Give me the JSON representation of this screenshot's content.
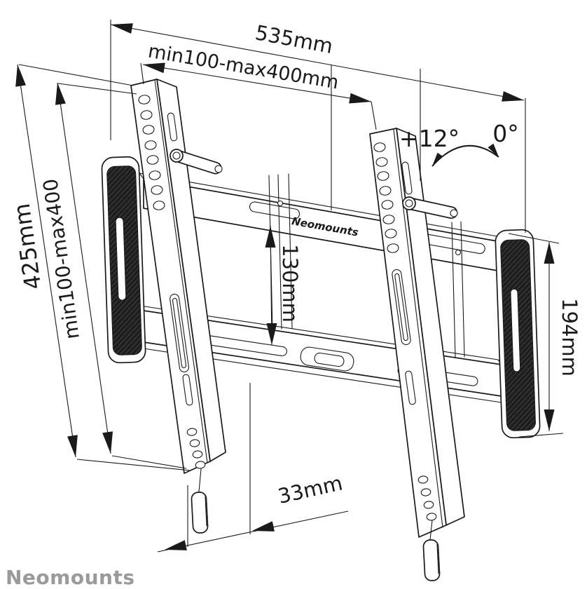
{
  "dimensions": {
    "total_width": "535mm",
    "vesa_width": "min100-max400mm",
    "total_height": "425mm",
    "vesa_height": "min100-max400",
    "center_spacing": "130mm",
    "wall_plate_height": "194mm",
    "wall_distance": "33mm"
  },
  "tilt": {
    "max_label": "+12°",
    "min_label": "0°"
  },
  "branding": {
    "plate_label": "Neomounts",
    "logo": "Neomounts"
  },
  "colors": {
    "line": "#1a1a1a",
    "background": "#ffffff",
    "logo": "#9a9a9a",
    "pad": "#1e1e1e"
  }
}
